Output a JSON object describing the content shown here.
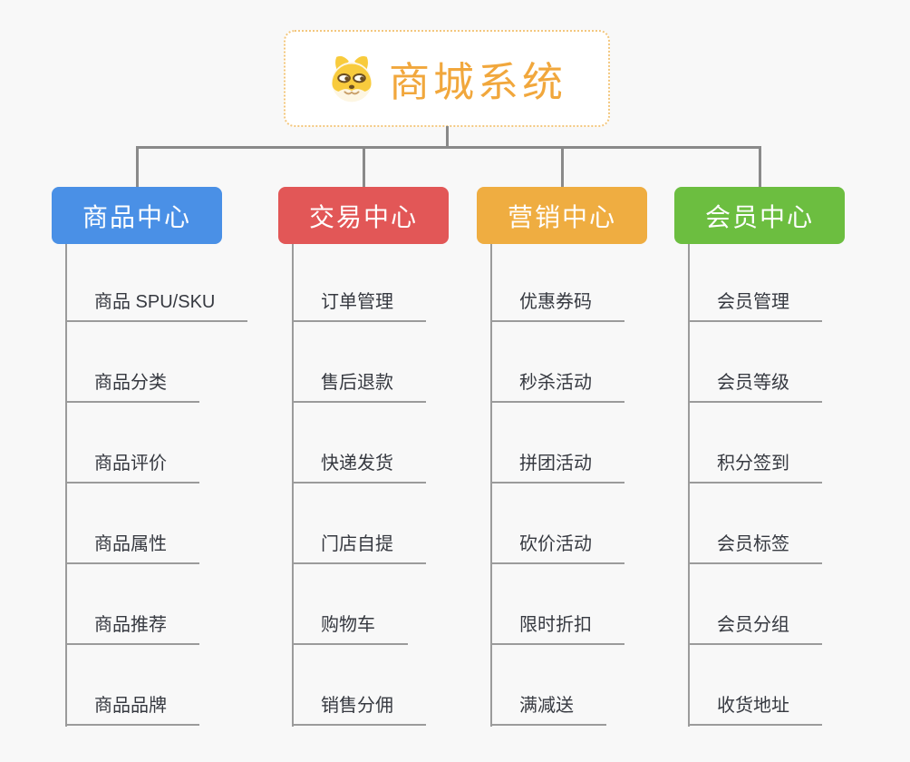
{
  "canvas": {
    "background": "#f8f8f8"
  },
  "root": {
    "title": "商城系统",
    "icon": "shiba-dog-icon",
    "title_color": "#f1a73c",
    "border_color": "#f3c77e",
    "background": "#ffffff"
  },
  "connector_color": "#8a8a8a",
  "underline_color": "#9b9b9b",
  "child_text_color": "#363940",
  "branches": [
    {
      "name": "product-center",
      "label": "商品中心",
      "color": "#4a90e6",
      "children": [
        "商品 SPU/SKU",
        "商品分类",
        "商品评价",
        "商品属性",
        "商品推荐",
        "商品品牌"
      ]
    },
    {
      "name": "trade-center",
      "label": "交易中心",
      "color": "#e25757",
      "children": [
        "订单管理",
        "售后退款",
        "快递发货",
        "门店自提",
        "购物车",
        "销售分佣"
      ]
    },
    {
      "name": "marketing-center",
      "label": "营销中心",
      "color": "#efad41",
      "children": [
        "优惠券码",
        "秒杀活动",
        "拼团活动",
        "砍价活动",
        "限时折扣",
        "满减送"
      ]
    },
    {
      "name": "member-center",
      "label": "会员中心",
      "color": "#6cbe40",
      "children": [
        "会员管理",
        "会员等级",
        "积分签到",
        "会员标签",
        "会员分组",
        "收货地址"
      ]
    }
  ]
}
